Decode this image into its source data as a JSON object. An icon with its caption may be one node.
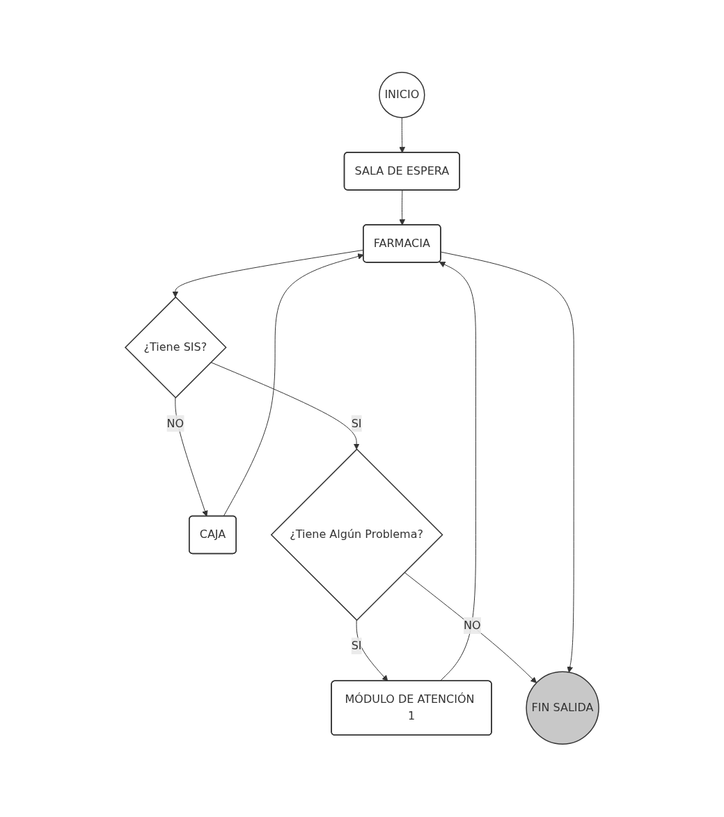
{
  "diagram": {
    "nodes": [
      {
        "text": [
          "INICIO"
        ]
      },
      {
        "text": [
          "SALA DE ESPERA"
        ]
      },
      {
        "text": [
          "FARMACIA"
        ]
      },
      {
        "text": [
          "¿Tiene SIS?"
        ]
      },
      {
        "text": [
          "CAJA"
        ]
      },
      {
        "text": [
          "¿Tiene Algún Problema?"
        ]
      },
      {
        "text": [
          "MÓDULO DE ATENCIÓN 1"
        ]
      },
      {
        "text": [
          "FIN SALIDA"
        ]
      }
    ],
    "edges": [
      {
        "from": 0,
        "to": 1,
        "arrow": "to"
      },
      {
        "from": 1,
        "to": 2,
        "arrow": "to"
      },
      {
        "from": 2,
        "to": 3,
        "arrow": "to"
      },
      {
        "from": 3,
        "to": 4,
        "label": "NO",
        "arrow": "to"
      },
      {
        "from": 3,
        "to": 5,
        "label": "SI",
        "arrow": "to"
      },
      {
        "from": 5,
        "to": 6,
        "label": "SI",
        "arrow": "to"
      },
      {
        "from": 5,
        "to": 7,
        "label": "NO",
        "arrow": "to"
      },
      {
        "from": 4,
        "to": 2,
        "arrow": "to"
      },
      {
        "from": 6,
        "to": 2,
        "arrow": "to"
      },
      {
        "from": 2,
        "to": 7,
        "arrow": "to"
      }
    ]
  }
}
